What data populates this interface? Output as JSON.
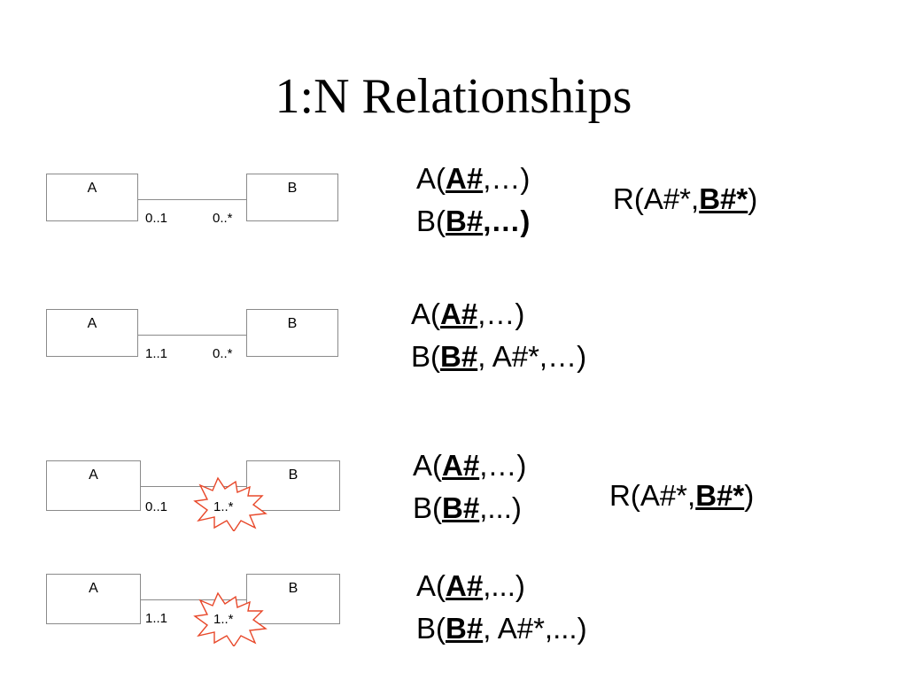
{
  "slide": {
    "title": "1:N Relationships"
  },
  "rows": [
    {
      "entity_a": "A",
      "entity_b": "B",
      "card_left": "0..1",
      "card_right": "0..*",
      "right_highlighted": false,
      "rel_a": {
        "pre": "A(",
        "key": "A#",
        "post": ",…)"
      },
      "rel_b": {
        "pre": "B(",
        "key": "B#",
        "post": ",…)"
      },
      "rel_r": {
        "pre": "R(A#*,",
        "key": "B#*",
        "post": ")"
      }
    },
    {
      "entity_a": "A",
      "entity_b": "B",
      "card_left": "1..1",
      "card_right": "0..*",
      "right_highlighted": false,
      "rel_a": {
        "pre": "A(",
        "key": "A#",
        "post": ",…)"
      },
      "rel_b": {
        "pre": "B(",
        "key": "B#",
        "post": ", A#*,…)"
      }
    },
    {
      "entity_a": "A",
      "entity_b": "B",
      "card_left": "0..1",
      "card_right": "1..*",
      "right_highlighted": true,
      "rel_a": {
        "pre": "A(",
        "key": "A#",
        "post": ",…)"
      },
      "rel_b": {
        "pre": "B(",
        "key": "B#",
        "post": ",...)"
      },
      "rel_r": {
        "pre": "R(A#*,",
        "key": "B#*",
        "post": ")"
      }
    },
    {
      "entity_a": "A",
      "entity_b": "B",
      "card_left": "1..1",
      "card_right": "1..*",
      "right_highlighted": true,
      "rel_a": {
        "pre": "A(",
        "key": "A#",
        "post": ",...)"
      },
      "rel_b": {
        "pre": "B(",
        "key": "B#",
        "post": ", A#*,...)"
      }
    }
  ],
  "colors": {
    "highlight": "#e8482a",
    "box_border": "#8a8a8a",
    "text": "#000000"
  }
}
